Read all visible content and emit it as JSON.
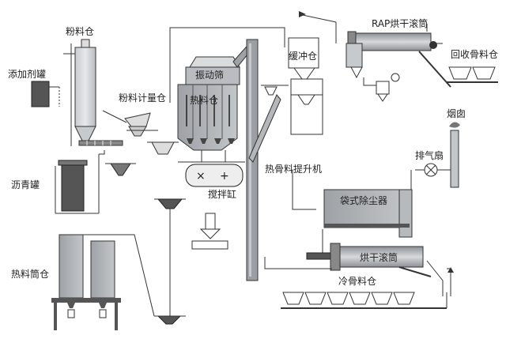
{
  "labels": {
    "powder_silo": "粉料仓",
    "additive_tank": "添加剂罐",
    "powder_scale": "粉料计量仓",
    "vibrating_screen": "振动筛",
    "hot_aggregate_bin": "热料仓",
    "buffer_bin": "缓冲仓",
    "rap_dryer": "RAP烘干滚筒",
    "recycled_bin": "回收骨料仓",
    "chimney": "烟囱",
    "exhaust_fan": "排气扇",
    "asphalt_tank": "沥青罐",
    "hot_elevator": "热骨料提升机",
    "mixer": "搅拌缸",
    "bag_filter": "袋式除尘器",
    "dryer_drum": "烘干滚筒",
    "cold_bin": "冷骨料仓",
    "hot_storage_silo": "热料筒仓"
  }
}
